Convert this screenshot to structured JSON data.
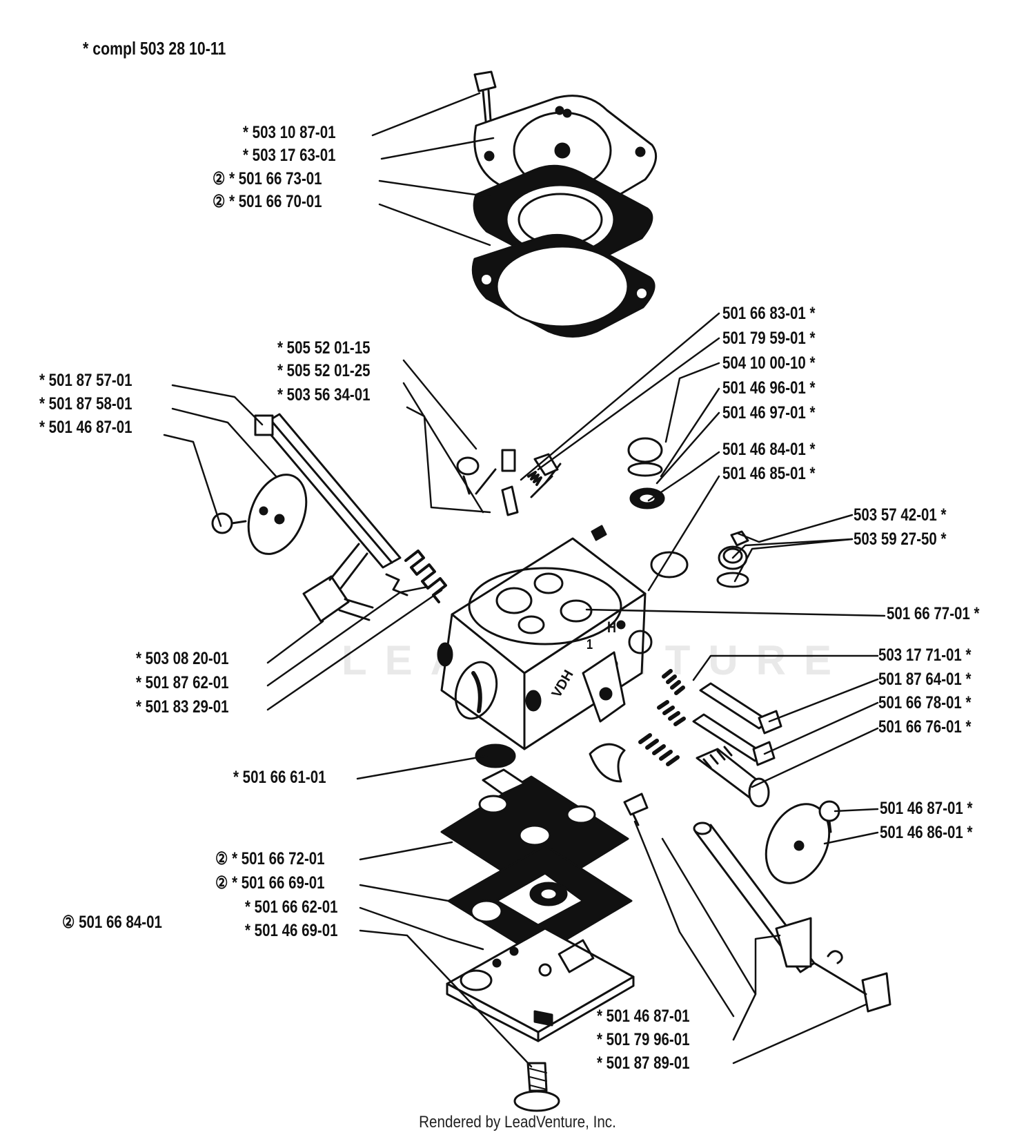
{
  "header": "* compl 503 28 10-11",
  "footer": "Rendered by LeadVenture, Inc.",
  "watermark": "LEADVENTURE",
  "body_marks": {
    "h": "H",
    "one": "1",
    "vdh": "VDH"
  },
  "colors": {
    "ink": "#111111",
    "paper": "#ffffff",
    "watermark": "#e9e9e9"
  },
  "callouts": [
    {
      "id": "c01",
      "text": "*  503 10 87-01"
    },
    {
      "id": "c02",
      "text": "*  503 17 63-01"
    },
    {
      "id": "c03",
      "text": "②  *  501 66 73-01"
    },
    {
      "id": "c04",
      "text": "②  *  501 66 70-01"
    },
    {
      "id": "c05",
      "text": "501 66 83-01  *"
    },
    {
      "id": "c06",
      "text": "501 79 59-01  *"
    },
    {
      "id": "c07",
      "text": "504 10 00-10  *"
    },
    {
      "id": "c08",
      "text": "501 46 96-01  *"
    },
    {
      "id": "c09",
      "text": "501 46 97-01  *"
    },
    {
      "id": "c10",
      "text": "501 46 84-01  *"
    },
    {
      "id": "c11",
      "text": "501 46 85-01  *"
    },
    {
      "id": "c12",
      "text": "*  505 52 01-15"
    },
    {
      "id": "c13",
      "text": "*  505 52 01-25"
    },
    {
      "id": "c14",
      "text": "*  503 56 34-01"
    },
    {
      "id": "c15",
      "text": "*  501 87 57-01"
    },
    {
      "id": "c16",
      "text": "*  501 87 58-01"
    },
    {
      "id": "c17",
      "text": "*  501 46 87-01"
    },
    {
      "id": "c18",
      "text": "503 57 42-01  *"
    },
    {
      "id": "c19",
      "text": "503 59 27-50  *"
    },
    {
      "id": "c20",
      "text": "501 66 77-01  *"
    },
    {
      "id": "c21",
      "text": "*  503 08 20-01"
    },
    {
      "id": "c22",
      "text": "*  501 87 62-01"
    },
    {
      "id": "c23",
      "text": "*  501 83 29-01"
    },
    {
      "id": "c24",
      "text": "503 17 71-01  *"
    },
    {
      "id": "c25",
      "text": "501 87 64-01  *"
    },
    {
      "id": "c26",
      "text": "501 66 78-01  *"
    },
    {
      "id": "c27",
      "text": "501 66 76-01  *"
    },
    {
      "id": "c28",
      "text": "*  501 66 61-01"
    },
    {
      "id": "c29",
      "text": "501 46 87-01  *"
    },
    {
      "id": "c30",
      "text": "501 46 86-01  *"
    },
    {
      "id": "c31",
      "text": "②  *  501 66 72-01"
    },
    {
      "id": "c32",
      "text": "②  *  501 66 69-01"
    },
    {
      "id": "c33",
      "text": "*  501 66 62-01"
    },
    {
      "id": "c34",
      "text": "*  501 46 69-01"
    },
    {
      "id": "c35",
      "text": "② 501 66 84-01"
    },
    {
      "id": "c36",
      "text": "*  501 46 87-01"
    },
    {
      "id": "c37",
      "text": "*  501 79 96-01"
    },
    {
      "id": "c38",
      "text": "*  501 87 89-01"
    }
  ]
}
